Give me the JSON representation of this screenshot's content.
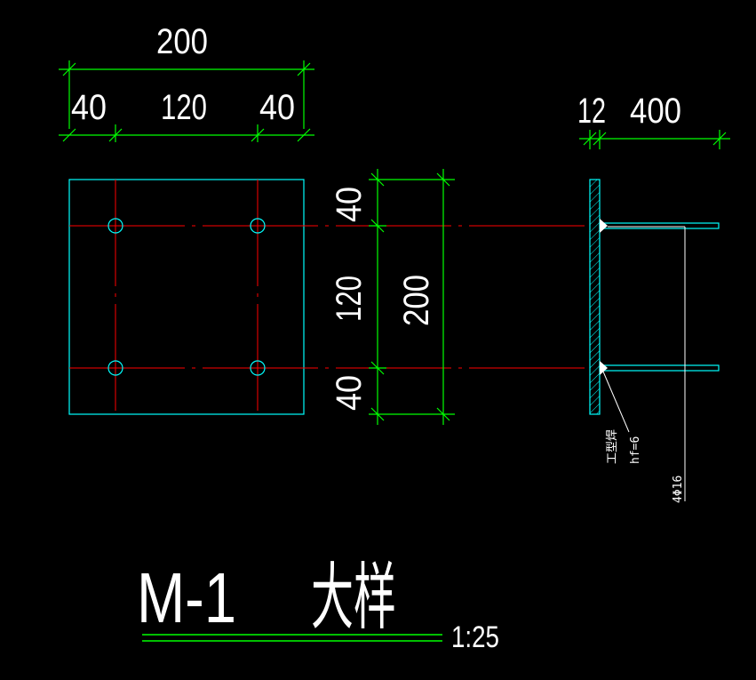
{
  "colors": {
    "background": "#000000",
    "dimension": "#00ff00",
    "plate": "#00ffff",
    "centerline": "#ff0000",
    "text": "#ffffff"
  },
  "top_dims": {
    "overall": "200",
    "left": "40",
    "middle": "120",
    "right": "40"
  },
  "side_dims": {
    "top": "40",
    "middle": "120",
    "bottom": "40",
    "overall": "200"
  },
  "right_dims": {
    "plate": "12",
    "length": "400"
  },
  "annotations": {
    "weld_type": "工型焊",
    "weld_size": "hf=6",
    "rebar": "4Φ16"
  },
  "title": {
    "name": "M-1",
    "suffix": "大样",
    "scale": "1:25"
  }
}
